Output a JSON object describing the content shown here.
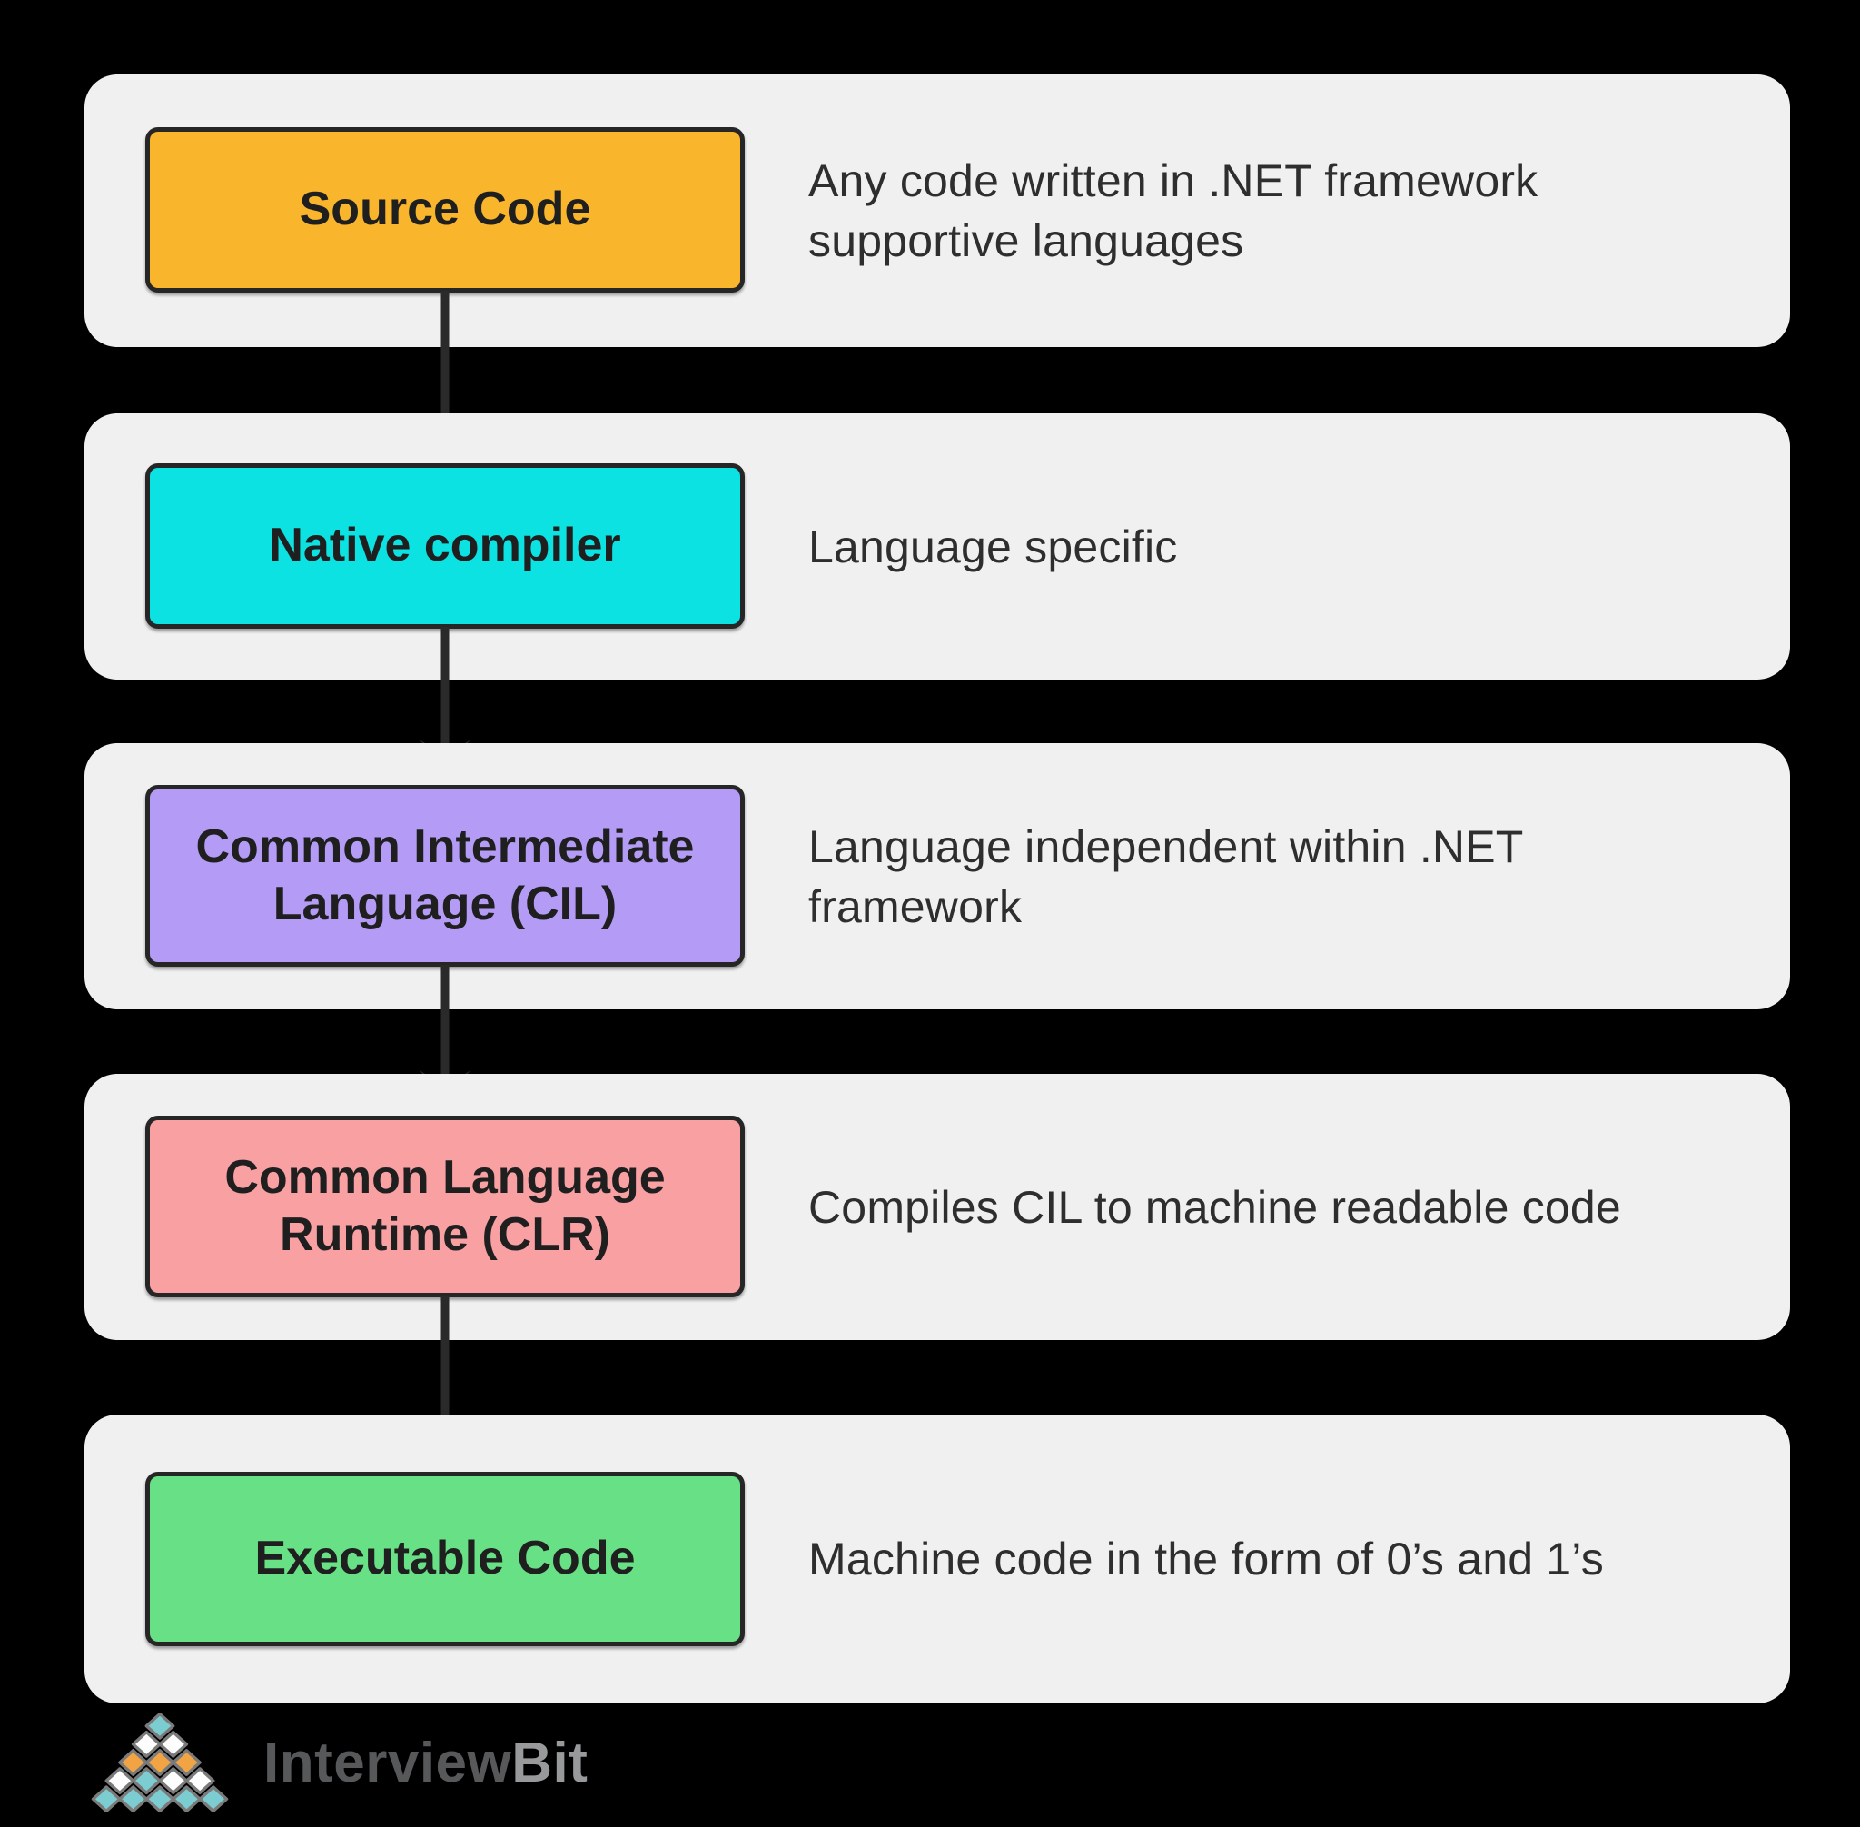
{
  "flow": {
    "panel_color": "#F0F0F0",
    "arrow_color": "#2A2A2A",
    "node_border_color": "#262626",
    "description_text_color": "#2E2E2E",
    "rows": [
      {
        "box_label": "Source Code",
        "box_color": "#F9B52B",
        "description": "Any code written in .NET framework supportive languages"
      },
      {
        "box_label": "Native compiler",
        "box_color": "#0CE2E2",
        "description": "Language specific"
      },
      {
        "box_label": "Common Intermediate Language (CIL)",
        "box_color": "#B49CF6",
        "description": "Language independent within .NET framework"
      },
      {
        "box_label": "Common Language Runtime (CLR)",
        "box_color": "#F9A0A3",
        "description": "Compiles CIL to machine readable code"
      },
      {
        "box_label": "Executable Code",
        "box_color": "#68E086",
        "description": "Machine code in the form of 0’s and 1’s"
      }
    ]
  },
  "logo": {
    "text_primary": "Interview",
    "text_secondary": "Bit",
    "colors": {
      "teal": "#7BCDD1",
      "orange": "#F2A444",
      "white": "#FDFDFD",
      "outline": "#7A7A7A",
      "text_primary": "#57585A",
      "text_secondary": "#97999B"
    },
    "mark_rows": [
      [
        "teal"
      ],
      [
        "white",
        "white"
      ],
      [
        "orange",
        "orange",
        "orange"
      ],
      [
        "white",
        "teal",
        "white",
        "white"
      ],
      [
        "teal",
        "teal",
        "teal",
        "teal",
        "teal"
      ]
    ]
  }
}
